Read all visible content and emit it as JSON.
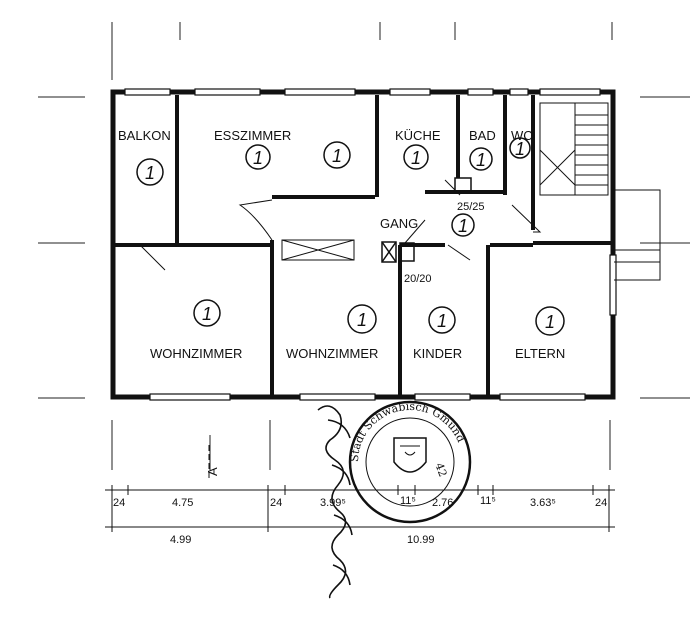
{
  "rooms": {
    "balkon": "BALKON",
    "esszimmer": "ESSZIMMER",
    "kueche": "KÜCHE",
    "bad": "BAD",
    "wc": "WC",
    "gang": "GANG",
    "wohnzimmer_left": "WOHNZIMMER",
    "wohnzimmer_mid": "WOHNZIMMER",
    "kinder": "KINDER",
    "eltern": "ELTERN"
  },
  "room_marker": "1",
  "notes": {
    "chimney_a": "25/25",
    "chimney_b": "20/20",
    "section_marker": "A"
  },
  "dimensions_upper": [
    "24",
    "4.75",
    "24",
    "3.99⁵",
    "11⁵",
    "2.76",
    "11⁵",
    "3.63⁵",
    "24"
  ],
  "dimensions_lower": [
    "4.99",
    "10.99"
  ],
  "seal": {
    "ring_text": "Stadt Schwäbisch Gmünd",
    "number": "42"
  }
}
